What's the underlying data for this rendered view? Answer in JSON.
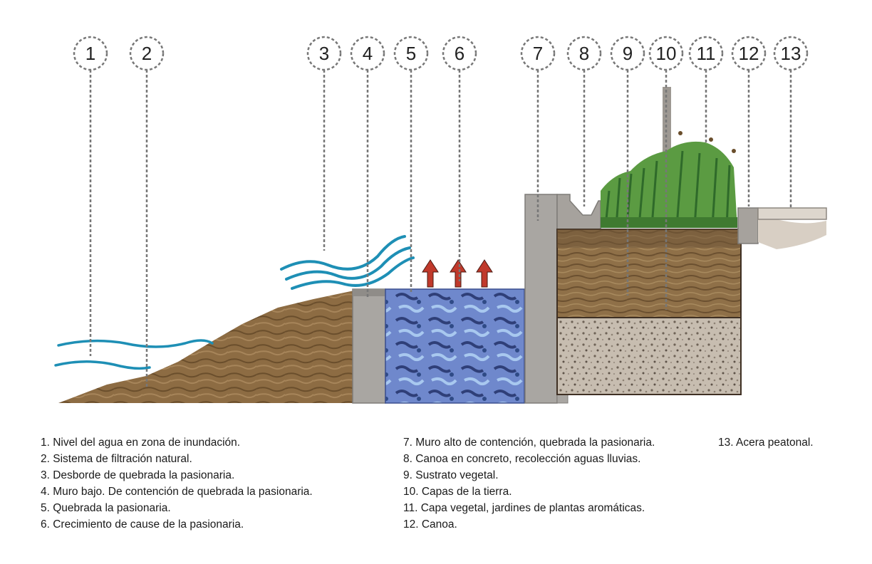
{
  "callouts": [
    "1",
    "2",
    "3",
    "4",
    "5",
    "6",
    "7",
    "8",
    "9",
    "10",
    "11",
    "12",
    "13"
  ],
  "legend": {
    "col1": [
      "1. Nivel del agua en zona de inundación.",
      "2. Sistema de filtración natural.",
      "3. Desborde de quebrada la pasionaria.",
      "4. Muro bajo. De contención de quebrada la pasionaria.",
      "5. Quebrada la pasionaria.",
      "6. Crecimiento de cause de la pasionaria."
    ],
    "col2": [
      "7. Muro alto de contención, quebrada la pasionaria.",
      "8. Canoa en concreto, recolección aguas lluvias.",
      "9. Sustrato vegetal.",
      "10. Capas de la tierra.",
      "11. Capa vegetal, jardines de plantas aromáticas.",
      "12. Canoa."
    ],
    "col3": [
      "13. Acera peatonal."
    ]
  },
  "colors": {
    "water_wave": "#1e8fb5",
    "soil": "#8a6a3f",
    "concrete": "#a9a6a2",
    "stream": "#5f77c0",
    "gravel": "#bdb3a6",
    "vegetation": "#4f8f3a",
    "arrow": "#c0392b"
  }
}
